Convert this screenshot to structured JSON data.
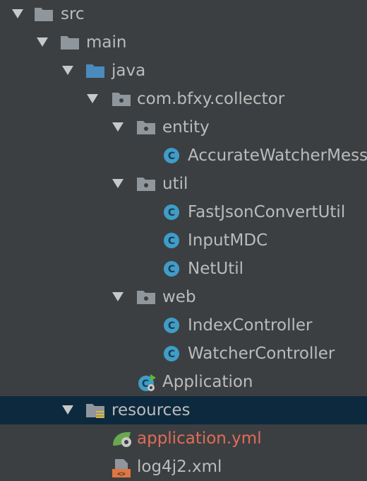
{
  "tree": {
    "items": [
      {
        "label": "src",
        "icon": "folder-icon",
        "expanded": true
      },
      {
        "label": "main",
        "icon": "folder-icon",
        "expanded": true
      },
      {
        "label": "java",
        "icon": "source-folder-icon",
        "expanded": true
      },
      {
        "label": "com.bfxy.collector",
        "icon": "package-icon",
        "expanded": true
      },
      {
        "label": "entity",
        "icon": "package-icon",
        "expanded": true
      },
      {
        "label": "AccurateWatcherMessage",
        "icon": "class-icon"
      },
      {
        "label": "util",
        "icon": "package-icon",
        "expanded": true
      },
      {
        "label": "FastJsonConvertUtil",
        "icon": "class-icon"
      },
      {
        "label": "InputMDC",
        "icon": "class-icon"
      },
      {
        "label": "NetUtil",
        "icon": "class-icon"
      },
      {
        "label": "web",
        "icon": "package-icon",
        "expanded": true
      },
      {
        "label": "IndexController",
        "icon": "class-icon"
      },
      {
        "label": "WatcherController",
        "icon": "class-icon"
      },
      {
        "label": "Application",
        "icon": "spring-boot-class-icon"
      },
      {
        "label": "resources",
        "icon": "resources-folder-icon",
        "expanded": true,
        "selected": true
      },
      {
        "label": "application.yml",
        "icon": "spring-config-icon",
        "color": "#e06c58"
      },
      {
        "label": "log4j2.xml",
        "icon": "xml-file-icon"
      }
    ]
  },
  "colors": {
    "background": "#3c3f41",
    "selected_row": "#0d293e",
    "text": "#bbbbbb",
    "modified_file_text": "#e06c58",
    "folder_gray": "#8f969c",
    "source_folder_blue": "#4a8bbf",
    "class_icon_blue": "#3f9dc8",
    "spring_green": "#6aa84f",
    "xml_orange": "#e0763f"
  }
}
